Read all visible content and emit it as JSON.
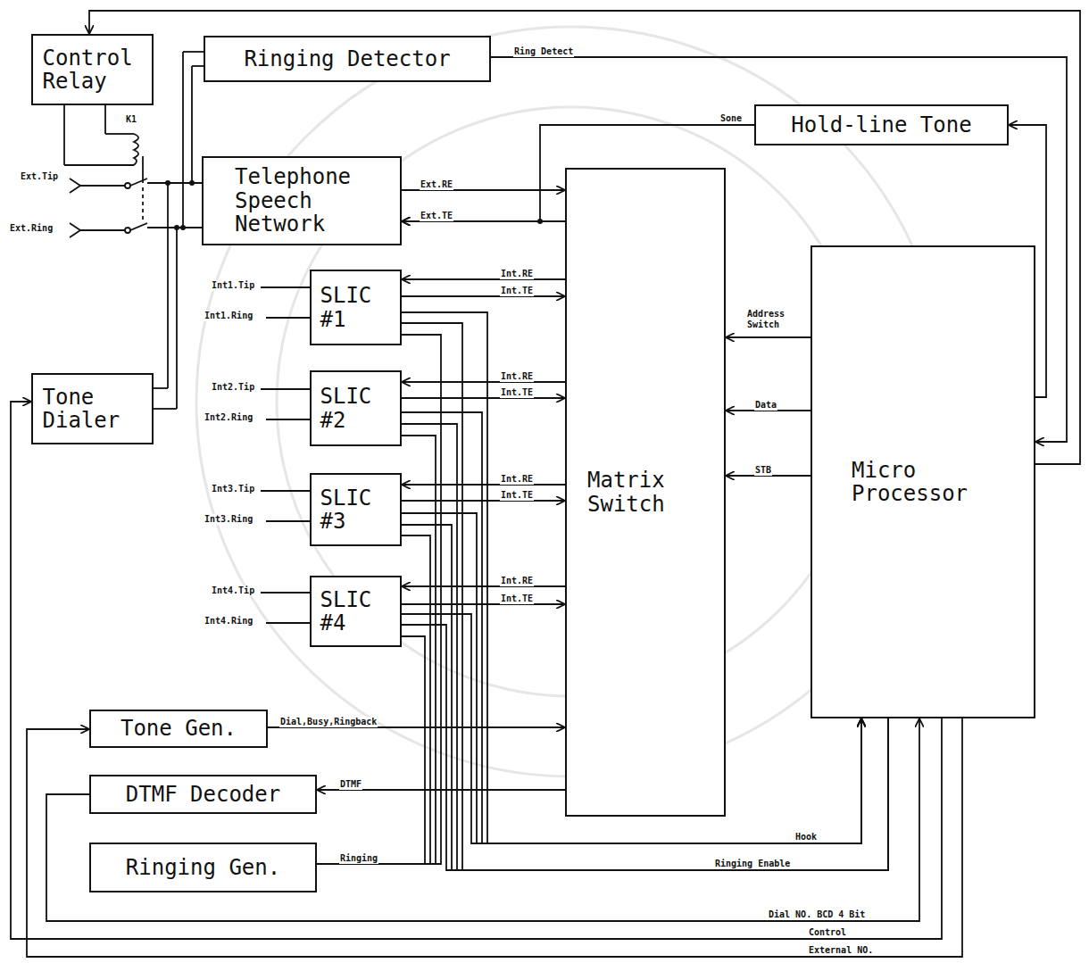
{
  "diagram": {
    "nodes": [
      {
        "text": [
          "Control Relay"
        ]
      },
      {
        "text": [
          "Ringing Detector"
        ]
      },
      {
        "text": [
          "Hold-line Tone"
        ]
      },
      {
        "text": [
          "Telephone Speech Network"
        ]
      },
      {
        "text": [
          "SLIC #1"
        ]
      },
      {
        "text": [
          "SLIC #2"
        ]
      },
      {
        "text": [
          "SLIC #3"
        ]
      },
      {
        "text": [
          "SLIC #4"
        ]
      },
      {
        "text": [
          "Tone Dialer"
        ]
      },
      {
        "text": [
          "Matrix Switch"
        ]
      },
      {
        "text": [
          "Micro Processor"
        ]
      },
      {
        "text": [
          "Tone Gen."
        ]
      },
      {
        "text": [
          "DTMF Decoder"
        ]
      },
      {
        "text": [
          "Ringing Gen."
        ]
      }
    ],
    "edges": [
      {
        "from": 1,
        "to": 10,
        "arrow": "to",
        "label": "Ring Detect"
      },
      {
        "from": 10,
        "to": 2,
        "arrow": "to"
      },
      {
        "from": 2,
        "to": 3,
        "arrow": "to",
        "label": "Sone"
      },
      {
        "from": 3,
        "to": 9,
        "arrow": "to",
        "label": "Ext.RE"
      },
      {
        "from": 9,
        "to": 3,
        "arrow": "to",
        "label": "Ext.TE"
      },
      {
        "from": 9,
        "to": 4,
        "arrow": "to",
        "label": "Int.RE"
      },
      {
        "from": 4,
        "to": 9,
        "arrow": "to",
        "label": "Int.TE"
      },
      {
        "from": 9,
        "to": 5,
        "arrow": "to",
        "label": "Int.RE"
      },
      {
        "from": 5,
        "to": 9,
        "arrow": "to",
        "label": "Int.TE"
      },
      {
        "from": 9,
        "to": 6,
        "arrow": "to",
        "label": "Int.RE"
      },
      {
        "from": 6,
        "to": 9,
        "arrow": "to",
        "label": "Int.TE"
      },
      {
        "from": 9,
        "to": 7,
        "arrow": "to",
        "label": "Int.RE"
      },
      {
        "from": 7,
        "to": 9,
        "arrow": "to",
        "label": "Int.TE"
      },
      {
        "from": 10,
        "to": 9,
        "arrow": "to",
        "label": "Address Switch"
      },
      {
        "from": 10,
        "to": 9,
        "arrow": "to",
        "label": "Data"
      },
      {
        "from": 10,
        "to": 9,
        "arrow": "to",
        "label": "STB"
      },
      {
        "from": 11,
        "to": 9,
        "arrow": "to",
        "label": "Dial,Busy,Ringback"
      },
      {
        "from": 9,
        "to": 12,
        "arrow": "to",
        "label": "DTMF"
      },
      {
        "from": 13,
        "to": 4,
        "arrow": "none",
        "label": "Ringing"
      },
      {
        "from": 13,
        "to": 5,
        "arrow": "none"
      },
      {
        "from": 13,
        "to": 6,
        "arrow": "none"
      },
      {
        "from": 13,
        "to": 7,
        "arrow": "none"
      },
      {
        "from": 4,
        "to": 10,
        "arrow": "to",
        "label": "Hook"
      },
      {
        "from": 5,
        "to": 10,
        "arrow": "to"
      },
      {
        "from": 6,
        "to": 10,
        "arrow": "to"
      },
      {
        "from": 7,
        "to": 10,
        "arrow": "to"
      },
      {
        "from": 10,
        "to": 4,
        "arrow": "none",
        "label": "Ringing Enable"
      },
      {
        "from": 10,
        "to": 5,
        "arrow": "none"
      },
      {
        "from": 10,
        "to": 6,
        "arrow": "none"
      },
      {
        "from": 10,
        "to": 7,
        "arrow": "none"
      },
      {
        "from": 12,
        "to": 10,
        "arrow": "to",
        "label": "Dial NO. BCD 4 Bit"
      },
      {
        "from": 10,
        "to": 8,
        "arrow": "to",
        "label": "Control"
      },
      {
        "from": 10,
        "to": 11,
        "arrow": "to",
        "label": "External NO."
      },
      {
        "from": 10,
        "to": 0,
        "arrow": "to"
      }
    ],
    "labels": [
      "K1",
      "Ext.Tip",
      "Ext.Ring",
      "Int1.Tip",
      "Int1.Ring",
      "Int2.Tip",
      "Int2.Ring",
      "Int3.Tip",
      "Int3.Ring",
      "Int4.Tip",
      "Int4.Ring"
    ]
  }
}
